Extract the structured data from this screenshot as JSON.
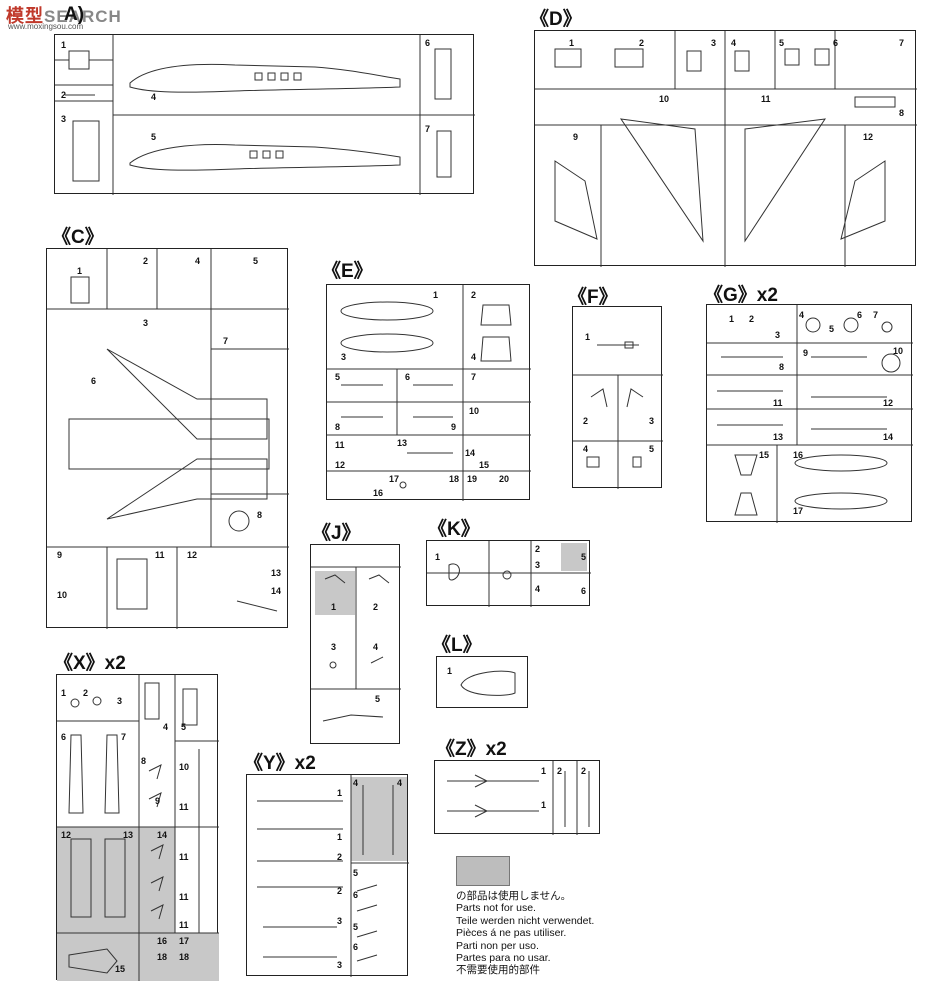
{
  "logo": {
    "brand": "模型",
    "search": "SEARCH",
    "site": "www.moxingsou.com"
  },
  "sheets": [
    {
      "id": "A",
      "label": "A)",
      "numbers": [
        "1",
        "2",
        "3",
        "4",
        "5",
        "6",
        "7"
      ]
    },
    {
      "id": "D",
      "label": "《D》",
      "numbers": [
        "1",
        "2",
        "3",
        "4",
        "5",
        "6",
        "7",
        "8",
        "9",
        "10",
        "11",
        "12"
      ]
    },
    {
      "id": "C",
      "label": "《C》",
      "numbers": [
        "1",
        "2",
        "3",
        "4",
        "5",
        "6",
        "7",
        "8",
        "9",
        "10",
        "11",
        "12",
        "13",
        "14"
      ]
    },
    {
      "id": "E",
      "label": "《E》",
      "numbers": [
        "1",
        "2",
        "3",
        "4",
        "5",
        "6",
        "7",
        "8",
        "9",
        "10",
        "11",
        "12",
        "13",
        "14",
        "15",
        "16",
        "17",
        "18",
        "19",
        "20"
      ]
    },
    {
      "id": "F",
      "label": "《F》",
      "numbers": [
        "1",
        "2",
        "3",
        "4",
        "5"
      ]
    },
    {
      "id": "G",
      "label": "《G》x2",
      "numbers": [
        "1",
        "2",
        "3",
        "4",
        "5",
        "6",
        "7",
        "8",
        "9",
        "10",
        "11",
        "12",
        "13",
        "14",
        "15",
        "16",
        "17"
      ]
    },
    {
      "id": "J",
      "label": "《J》",
      "numbers": [
        "1",
        "2",
        "3",
        "4",
        "5"
      ]
    },
    {
      "id": "K",
      "label": "《K》",
      "numbers": [
        "1",
        "2",
        "3",
        "4",
        "5",
        "6"
      ]
    },
    {
      "id": "L",
      "label": "《L》",
      "numbers": [
        "1"
      ]
    },
    {
      "id": "X",
      "label": "《X》x2",
      "numbers": [
        "1",
        "2",
        "3",
        "4",
        "5",
        "6",
        "7",
        "8",
        "9",
        "10",
        "11",
        "11",
        "11",
        "11",
        "12",
        "13",
        "14",
        "15",
        "16",
        "17",
        "18",
        "18"
      ]
    },
    {
      "id": "Y",
      "label": "《Y》x2",
      "numbers": [
        "1",
        "1",
        "2",
        "2",
        "3",
        "3",
        "4",
        "4",
        "5",
        "5",
        "6",
        "6"
      ]
    },
    {
      "id": "Z",
      "label": "《Z》x2",
      "numbers": [
        "1",
        "1",
        "2",
        "2"
      ]
    }
  ],
  "legend": {
    "swatch_color": "#bdbdbd",
    "lines": [
      "の部品は使用しません。",
      "Parts not for use.",
      "Teile werden nicht verwendet.",
      "Pièces á ne pas utiliser.",
      "Parti non per uso.",
      "Partes para no usar.",
      "不需要使用的部件"
    ]
  }
}
